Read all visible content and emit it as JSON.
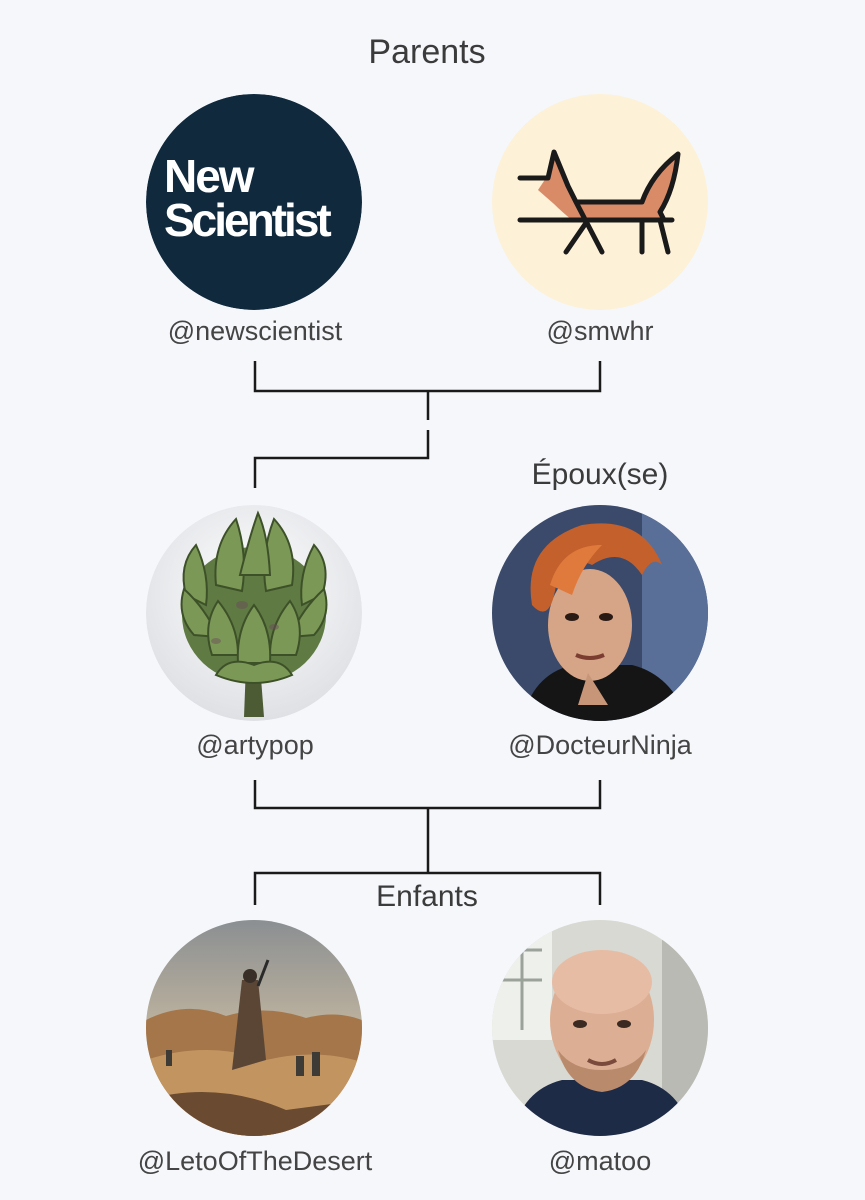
{
  "headings": {
    "parents": "Parents",
    "spouse": "Époux(se)",
    "children": "Enfants"
  },
  "parents": [
    {
      "handle": "@newscientist",
      "avatar_text": [
        "New",
        "Scientist"
      ],
      "avatar_color": "#10293d",
      "icon": "new-scientist-logo"
    },
    {
      "handle": "@smwhr",
      "avatar_color": "#fdf1d8",
      "icon": "fox-logo"
    }
  ],
  "self": {
    "handle": "@artypop",
    "icon": "artichoke-image"
  },
  "spouse": {
    "handle": "@DocteurNinja",
    "icon": "portrait-red-hair"
  },
  "children": [
    {
      "handle": "@LetoOfTheDesert",
      "icon": "desert-painting"
    },
    {
      "handle": "@matoo",
      "icon": "portrait-bald-man"
    }
  ],
  "colors": {
    "background": "#f5f7fb",
    "lines": "#1a1a1a",
    "text": "#3b3b3b"
  }
}
